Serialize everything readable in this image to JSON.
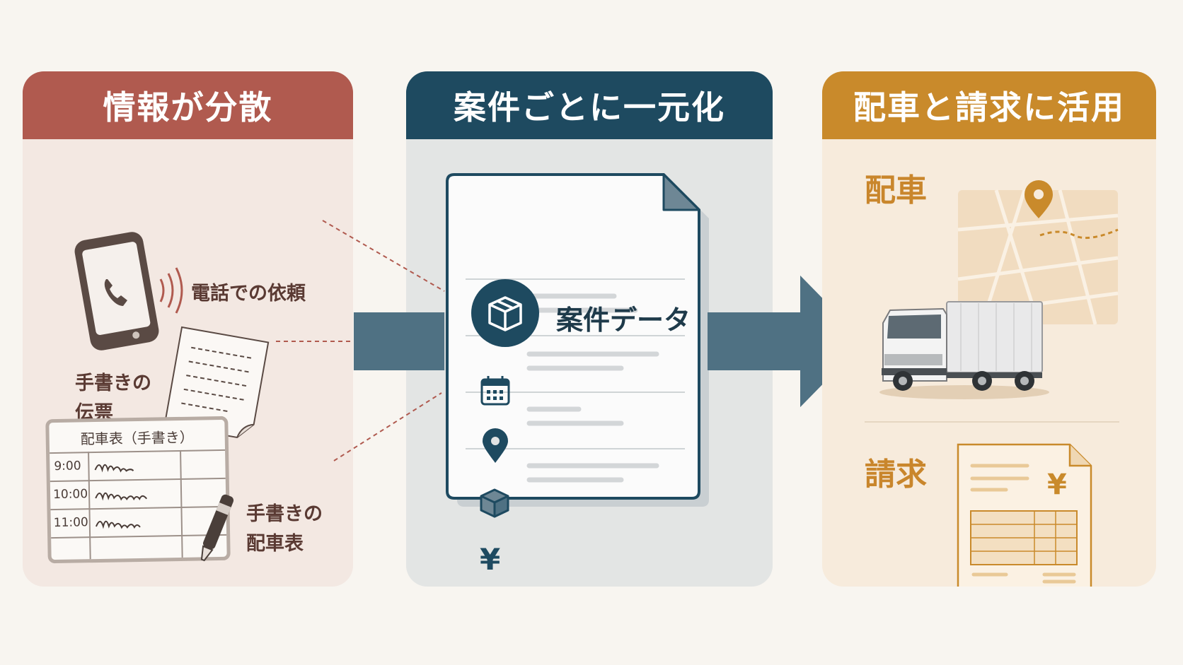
{
  "panels": {
    "left": {
      "title": "情報が分散"
    },
    "center": {
      "title": "案件ごとに一元化"
    },
    "right": {
      "title": "配車と請求に活用"
    }
  },
  "left": {
    "phone_label": "電話での依頼",
    "slip_label_line1": "手書きの",
    "slip_label_line2": "伝票",
    "board_label_line1": "手書きの",
    "board_label_line2": "配車表",
    "board": {
      "title": "配車表（手書き）",
      "times": [
        "9:00",
        "10:00",
        "11:00"
      ]
    }
  },
  "center": {
    "doc_title": "案件データ",
    "rows": [
      {
        "icon": "calendar-icon"
      },
      {
        "icon": "location-pin-icon"
      },
      {
        "icon": "package-icon"
      },
      {
        "icon": "yen-icon",
        "symbol": "¥"
      }
    ]
  },
  "right": {
    "dispatch_label": "配車",
    "billing_label": "請求",
    "invoice_symbol": "¥"
  },
  "colors": {
    "red": "#b05a4f",
    "navy": "#1e4a60",
    "gold": "#c98a2b",
    "arrow": "#4f7183"
  }
}
